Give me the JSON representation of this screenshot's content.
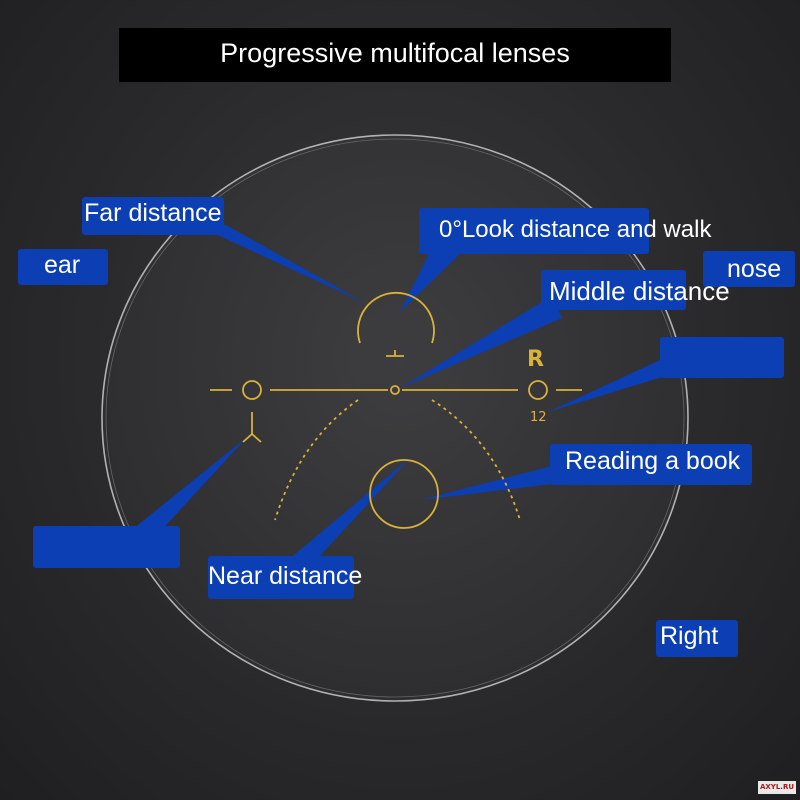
{
  "title": "Progressive multifocal lenses",
  "labels": {
    "far": "Far distance",
    "look": "0°Look distance and walk",
    "ear": "ear",
    "nose": "nose",
    "middle": "Middle distance",
    "reading": "Reading a book",
    "near": "Near distance",
    "right": "Right"
  },
  "lens_marks": {
    "side": "R",
    "number": "12"
  },
  "watermark": "AXYL.RU",
  "colors": {
    "callout": "#0b3fb3",
    "marking": "#d9b23a",
    "background": "#2b2b2d"
  }
}
